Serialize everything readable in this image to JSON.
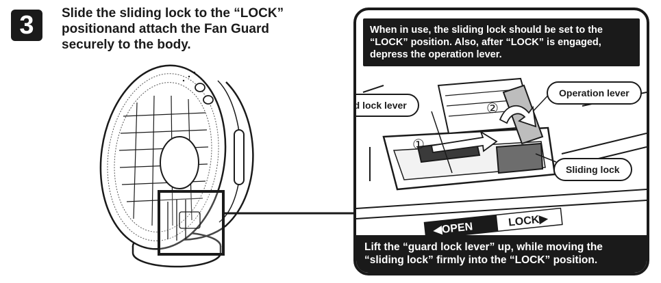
{
  "step": {
    "number": "3"
  },
  "instruction": {
    "line1": "Slide the sliding lock to the “LOCK”",
    "line2": "positionand attach the Fan Guard",
    "line3": "securely to the body."
  },
  "detail": {
    "note_top": {
      "line1": "When in use, the sliding lock should be set to the",
      "line2": "“LOCK” position. Also, after “LOCK” is engaged,",
      "line3": "depress the operation lever."
    },
    "labels": {
      "guard_lock_lever": "Guard lock lever",
      "operation_lever": "Operation lever",
      "sliding_lock": "Sliding lock"
    },
    "markers": {
      "one": "①",
      "two": "②"
    },
    "tags": {
      "open": "◀OPEN",
      "lock": "LOCK▶"
    },
    "note_bottom": {
      "line1": "Lift the “guard lock lever” up, while moving the",
      "line2": "“sliding lock” firmly into the “LOCK” position."
    }
  }
}
